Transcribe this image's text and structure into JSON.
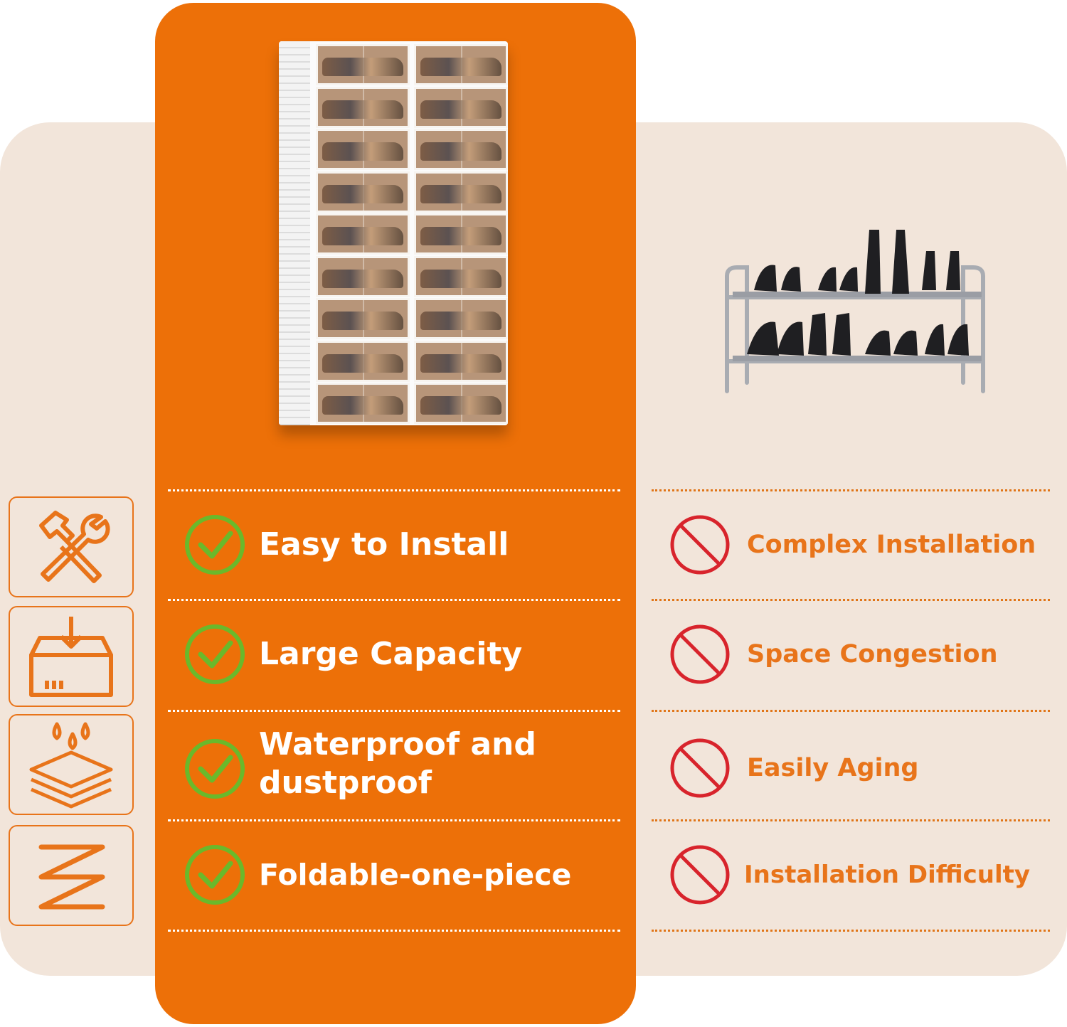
{
  "colors": {
    "accent": "#ed7008",
    "background": "#f2e5da",
    "check": "#6ab92b",
    "no": "#d8242c",
    "label_orange": "#e8741a"
  },
  "images": {
    "product": "clear-drawer-shoe-cabinet",
    "competitor": "metal-two-tier-shoe-rack"
  },
  "side_icons": [
    {
      "icon": "hammer-wrench-icon"
    },
    {
      "icon": "box-download-icon"
    },
    {
      "icon": "water-layers-icon"
    },
    {
      "icon": "fold-zigzag-icon"
    }
  ],
  "advantages": [
    {
      "label": "Easy to Install",
      "icon": "check-circle-icon"
    },
    {
      "label": "Large Capacity",
      "icon": "check-circle-icon"
    },
    {
      "label": "Waterproof and dustproof",
      "icon": "check-circle-icon"
    },
    {
      "label": "Foldable-one-piece",
      "icon": "check-circle-icon"
    }
  ],
  "disadvantages": [
    {
      "label": "Complex Installation",
      "icon": "prohibited-icon"
    },
    {
      "label": "Space Congestion",
      "icon": "prohibited-icon"
    },
    {
      "label": "Easily Aging",
      "icon": "prohibited-icon"
    },
    {
      "label": "Installation Difficulty",
      "icon": "prohibited-icon"
    }
  ]
}
